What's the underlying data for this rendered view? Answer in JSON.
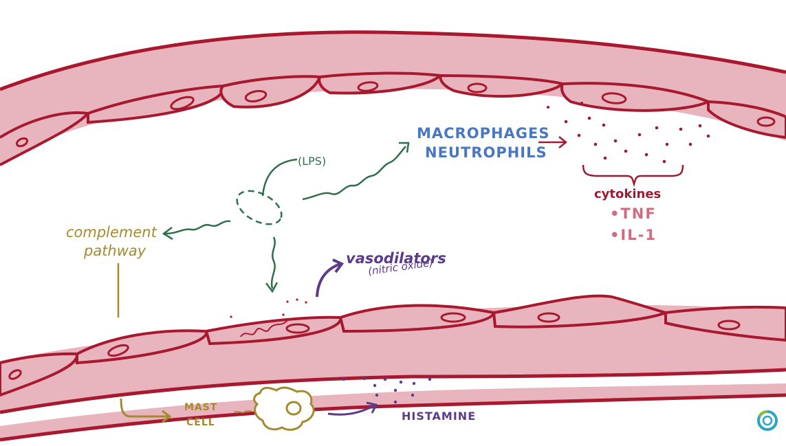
{
  "labels": {
    "lps": "(LPS)",
    "macrophages": "MACROPHAGES",
    "neutrophils": "NEUTROPHILS",
    "cytokines": "cytokines",
    "tnf": "•TNF",
    "il1": "•IL-1",
    "complement_line1": "complement",
    "complement_line2": "pathway",
    "vasodilators": "vasodilators",
    "nitric_oxide": "(nitric oxide)",
    "mast_line1": "MAST",
    "mast_line2": "CELL",
    "histamine": "HISTAMINE"
  },
  "colors": {
    "vessel_fill": "#e8b4bd",
    "vessel_line": "#a8182f",
    "macrophage_text": "#4a78c0",
    "cytokine_text": "#9e1a32",
    "cytokine_items": "#d46a7f",
    "complement": "#a48a2e",
    "lps": "#2f6e4a",
    "vasodilator": "#5b3b8a"
  },
  "logo": {
    "icon": "circular-logo-icon"
  }
}
